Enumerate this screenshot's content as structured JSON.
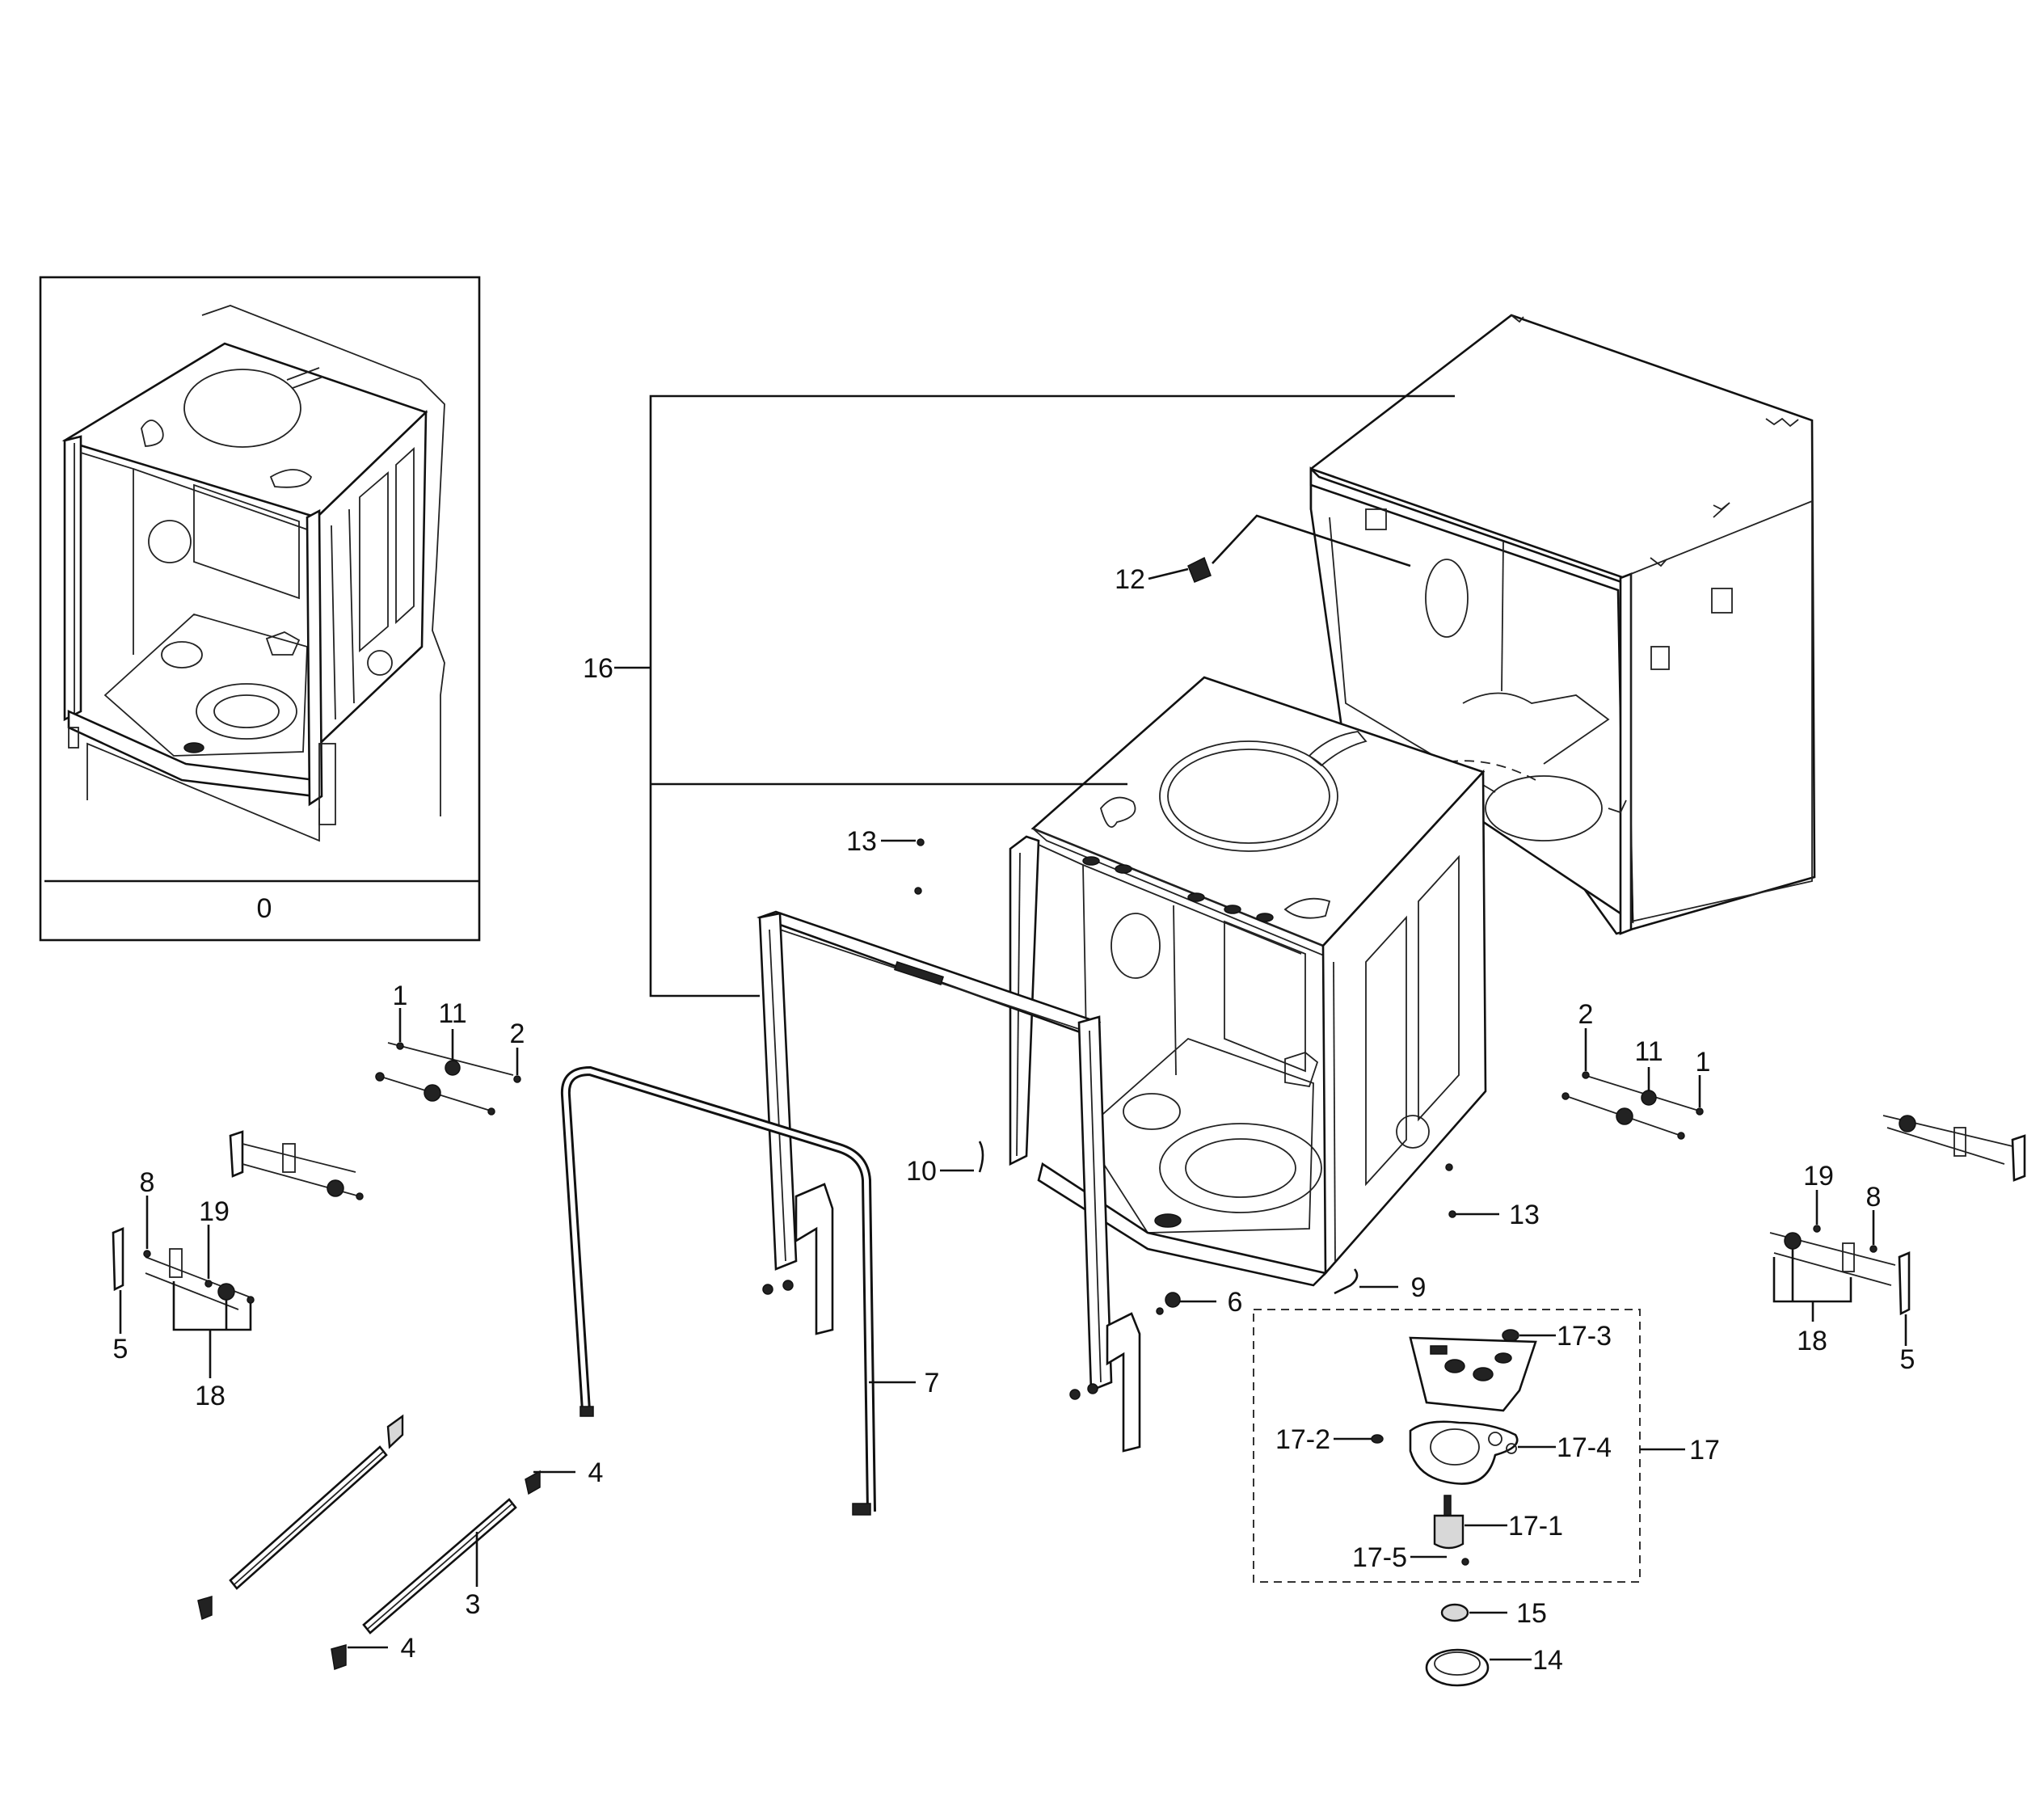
{
  "diagram": {
    "inset_label": "0",
    "callouts": {
      "c1_left": "1",
      "c11_left": "11",
      "c2_left": "2",
      "c2_right": "2",
      "c11_right": "11",
      "c1_right": "1",
      "c8_left": "8",
      "c19_left": "19",
      "c5_left": "5",
      "c18_left": "18",
      "c19_right": "19",
      "c8_right": "8",
      "c18_right": "18",
      "c5_right": "5",
      "c16": "16",
      "c12": "12",
      "c13_top": "13",
      "c13_right": "13",
      "c10": "10",
      "c6": "6",
      "c9": "9",
      "c7": "7",
      "c4_top": "4",
      "c4_bottom": "4",
      "c3": "3",
      "c17_3": "17-3",
      "c17_2": "17-2",
      "c17_4": "17-4",
      "c17": "17",
      "c17_1": "17-1",
      "c17_5": "17-5",
      "c15": "15",
      "c14": "14"
    }
  }
}
